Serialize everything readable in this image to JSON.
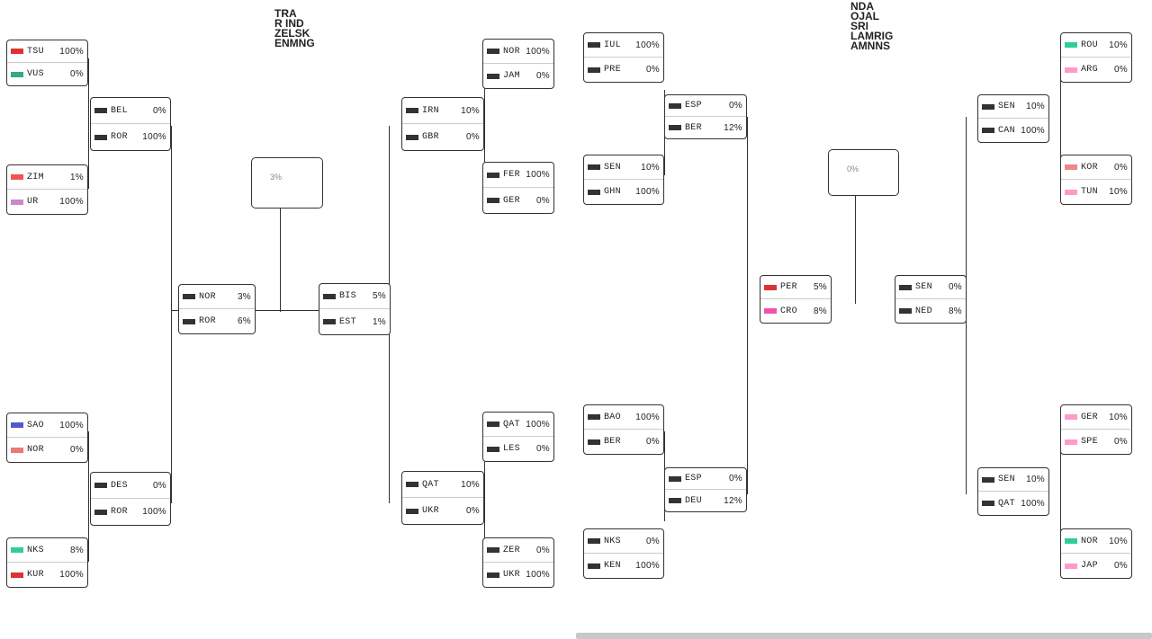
{
  "left_champion_label": [
    "TRA",
    "R IND",
    "ZELSK",
    "ENMNG"
  ],
  "right_champion_label": [
    "NDA",
    "OJAL",
    "SRI",
    "LAMRIG",
    "AMNNS"
  ],
  "left_final_pct": "3%",
  "right_final_pct": "0%",
  "scroll": {
    "position": 0.5
  },
  "matches": [
    {
      "id": "L-R1-1",
      "a": {
        "code": "TSU",
        "pct": "100%",
        "flag": "#d33"
      },
      "b": {
        "code": "VUS",
        "pct": "0%",
        "flag": "#3a8"
      }
    },
    {
      "id": "L-R1-2",
      "a": {
        "code": "ZIM",
        "pct": "1%",
        "flag": "#e55"
      },
      "b": {
        "code": "UR",
        "pct": "100%",
        "flag": "#c8c"
      }
    },
    {
      "id": "L-R1-3",
      "a": {
        "code": "SAO",
        "pct": "100%",
        "flag": "#55c"
      },
      "b": {
        "code": "NOR",
        "pct": "0%",
        "flag": "#e77"
      }
    },
    {
      "id": "L-R1-4",
      "a": {
        "code": "NKS",
        "pct": "8%",
        "flag": "#3c9"
      },
      "b": {
        "code": "KUR",
        "pct": "100%",
        "flag": "#d33"
      }
    },
    {
      "id": "L-R2-1",
      "a": {
        "code": "BEL",
        "pct": "0%",
        "flag": "#333"
      },
      "b": {
        "code": "ROR",
        "pct": "100%",
        "flag": "#333"
      }
    },
    {
      "id": "L-R2-2",
      "a": {
        "code": "DES",
        "pct": "0%",
        "flag": "#333"
      },
      "b": {
        "code": "ROR",
        "pct": "100%",
        "flag": "#333"
      }
    },
    {
      "id": "L-R3-1",
      "a": {
        "code": "NOR",
        "pct": "3%",
        "flag": "#333"
      },
      "b": {
        "code": "ROR",
        "pct": "6%",
        "flag": "#333"
      }
    },
    {
      "id": "C-1",
      "a": {
        "code": "BIS",
        "pct": "5%",
        "flag": "#333"
      },
      "b": {
        "code": "EST",
        "pct": "1%",
        "flag": "#333"
      }
    },
    {
      "id": "M-R2-1",
      "a": {
        "code": "IRN",
        "pct": "10%",
        "flag": "#333"
      },
      "b": {
        "code": "GBR",
        "pct": "0%",
        "flag": "#333"
      }
    },
    {
      "id": "M-R2-2",
      "a": {
        "code": "QAT",
        "pct": "10%",
        "flag": "#333"
      },
      "b": {
        "code": "UKR",
        "pct": "0%",
        "flag": "#333"
      }
    },
    {
      "id": "M-R1-1",
      "a": {
        "code": "NOR",
        "pct": "100%",
        "flag": "#333"
      },
      "b": {
        "code": "JAM",
        "pct": "0%",
        "flag": "#333"
      }
    },
    {
      "id": "M-R1-2",
      "a": {
        "code": "FER",
        "pct": "100%",
        "flag": "#333"
      },
      "b": {
        "code": "GER",
        "pct": "0%",
        "flag": "#333"
      }
    },
    {
      "id": "M-R1-3",
      "a": {
        "code": "QAT",
        "pct": "100%",
        "flag": "#333"
      },
      "b": {
        "code": "LES",
        "pct": "0%",
        "flag": "#333"
      }
    },
    {
      "id": "M-R1-4",
      "a": {
        "code": "ZER",
        "pct": "0%",
        "flag": "#333"
      },
      "b": {
        "code": "UKR",
        "pct": "100%",
        "flag": "#333"
      }
    },
    {
      "id": "R-R1-1",
      "a": {
        "code": "IUL",
        "pct": "100%",
        "flag": "#333"
      },
      "b": {
        "code": "PRE",
        "pct": "0%",
        "flag": "#333"
      }
    },
    {
      "id": "R-R1-2",
      "a": {
        "code": "SEN",
        "pct": "10%",
        "flag": "#333"
      },
      "b": {
        "code": "GHN",
        "pct": "100%",
        "flag": "#333"
      }
    },
    {
      "id": "R-R1-3",
      "a": {
        "code": "BAO",
        "pct": "100%",
        "flag": "#333"
      },
      "b": {
        "code": "BER",
        "pct": "0%",
        "flag": "#333"
      }
    },
    {
      "id": "R-R1-4",
      "a": {
        "code": "NKS",
        "pct": "0%",
        "flag": "#333"
      },
      "b": {
        "code": "KEN",
        "pct": "100%",
        "flag": "#333"
      }
    },
    {
      "id": "R-R2-1",
      "a": {
        "code": "ESP",
        "pct": "0%",
        "flag": "#333"
      },
      "b": {
        "code": "BER",
        "pct": "12%",
        "flag": "#333"
      }
    },
    {
      "id": "R-R2-2",
      "a": {
        "code": "ESP",
        "pct": "0%",
        "flag": "#333"
      },
      "b": {
        "code": "DEU",
        "pct": "12%",
        "flag": "#333"
      }
    },
    {
      "id": "R-R3-1",
      "a": {
        "code": "PER",
        "pct": "5%",
        "flag": "#d33"
      },
      "b": {
        "code": "CRO",
        "pct": "8%",
        "flag": "#e5a"
      }
    },
    {
      "id": "R-R3-2",
      "a": {
        "code": "SEN",
        "pct": "0%",
        "flag": "#333"
      },
      "b": {
        "code": "NED",
        "pct": "8%",
        "flag": "#333"
      }
    },
    {
      "id": "RR-R2-1",
      "a": {
        "code": "SEN",
        "pct": "10%",
        "flag": "#333"
      },
      "b": {
        "code": "CAN",
        "pct": "100%",
        "flag": "#333"
      }
    },
    {
      "id": "RR-R2-2",
      "a": {
        "code": "SEN",
        "pct": "10%",
        "flag": "#333"
      },
      "b": {
        "code": "QAT",
        "pct": "100%",
        "flag": "#333"
      }
    },
    {
      "id": "RR-R1-1",
      "a": {
        "code": "ROU",
        "pct": "10%",
        "flag": "#3c9"
      },
      "b": {
        "code": "ARG",
        "pct": "0%",
        "flag": "#f9c"
      }
    },
    {
      "id": "RR-R1-2",
      "a": {
        "code": "KOR",
        "pct": "0%",
        "flag": "#e88"
      },
      "b": {
        "code": "TUN",
        "pct": "10%",
        "flag": "#f9c"
      }
    },
    {
      "id": "RR-R1-3",
      "a": {
        "code": "GER",
        "pct": "10%",
        "flag": "#f9c"
      },
      "b": {
        "code": "SPE",
        "pct": "0%",
        "flag": "#f9c"
      }
    },
    {
      "id": "RR-R1-4",
      "a": {
        "code": "NOR",
        "pct": "10%",
        "flag": "#3c9"
      },
      "b": {
        "code": "JAP",
        "pct": "0%",
        "flag": "#f9c"
      }
    }
  ]
}
